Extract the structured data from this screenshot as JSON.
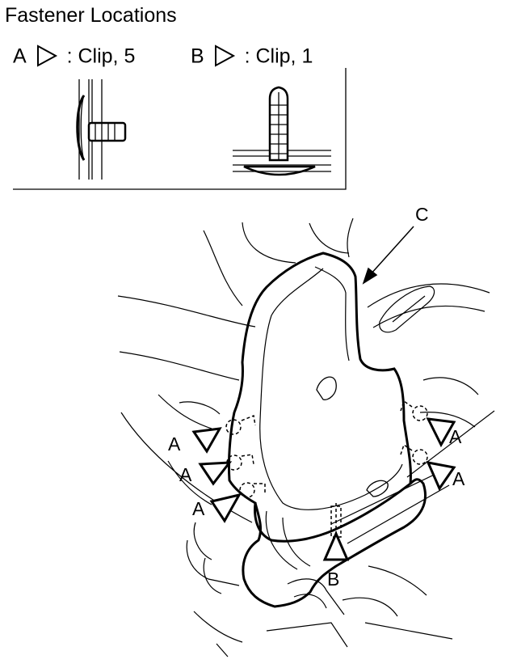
{
  "title": "Fastener Locations",
  "legend": [
    {
      "letter": "A",
      "description": ": Clip, 5",
      "icon": "triangle-pointer-icon"
    },
    {
      "letter": "B",
      "description": ": Clip, 1",
      "icon": "triangle-pointer-icon"
    }
  ],
  "callouts": {
    "a_label": "A",
    "b_label": "B",
    "c_label": "C"
  }
}
